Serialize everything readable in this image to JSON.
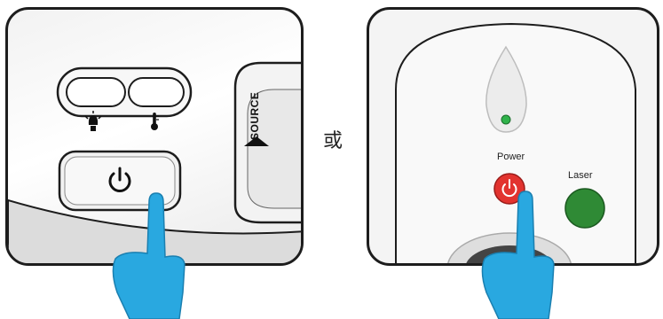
{
  "or_text": "或",
  "source_label": "SOURCE",
  "power_label": "Power",
  "laser_label": "Laser",
  "icons": [
    "lamp-icon",
    "thermometer-icon",
    "power-icon",
    "pointing-hand-icon"
  ],
  "colors": {
    "hand": "#29a8e0",
    "power_button": "#e2332f",
    "laser_button": "#2f8a35",
    "led": "#2fb24a",
    "outline": "#1d1d1d"
  }
}
